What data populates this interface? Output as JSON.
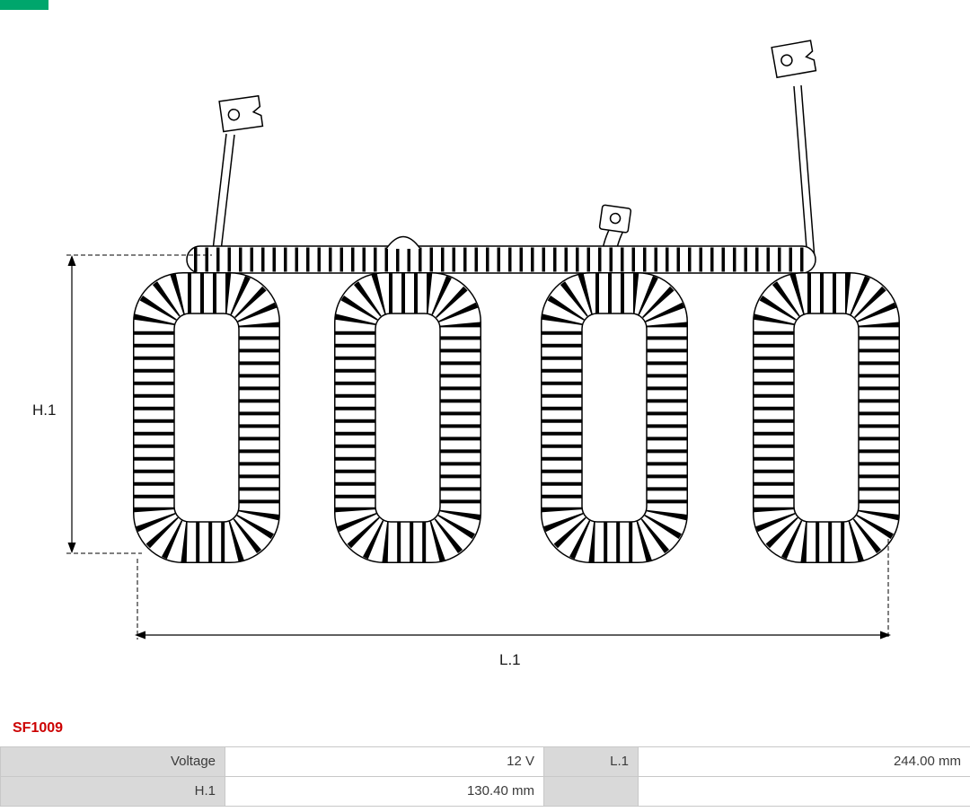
{
  "logo": {
    "color": "#00a66c"
  },
  "product": {
    "code": "SF1009",
    "code_color": "#cc0000"
  },
  "diagram": {
    "type": "starter-field-coil-technical-drawing",
    "coil_count": 4,
    "h_dimension_label": "H.1",
    "l_dimension_label": "L.1"
  },
  "table": {
    "rows": [
      {
        "c1": "Voltage",
        "c2": "12 V",
        "c3": "L.1",
        "c4": "244.00 mm"
      },
      {
        "c1": "H.1",
        "c2": "130.40 mm",
        "c3": "",
        "c4": ""
      }
    ]
  },
  "specs": {
    "voltage": "12 V",
    "L1": "244.00 mm",
    "H1": "130.40 mm"
  }
}
